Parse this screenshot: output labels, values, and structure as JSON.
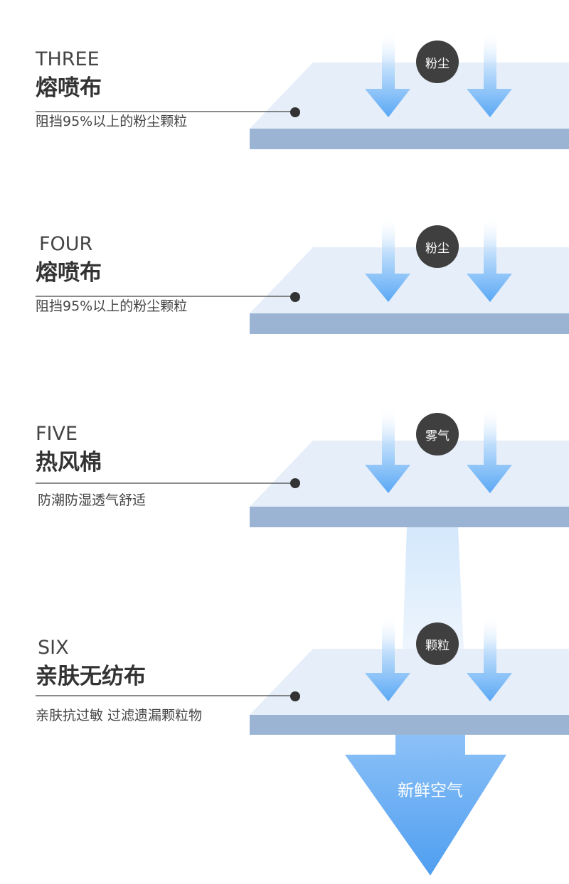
{
  "layers": [
    {
      "eng": "THREE",
      "title": "熔喷布",
      "desc": "阻挡95%以上的粉尘颗粒",
      "badge": "粉尘"
    },
    {
      "eng": "FOUR",
      "title": "熔喷布",
      "desc": "阻挡95%以上的粉尘颗粒",
      "badge": "粉尘"
    },
    {
      "eng": "FIVE",
      "title": "热风棉",
      "desc": "防潮防湿透气舒适",
      "badge": "雾气"
    },
    {
      "eng": "SIX",
      "title": "亲肤无纺布",
      "desc": "亲肤抗过敏 过滤遗漏颗粒物",
      "badge": "颗粒"
    }
  ],
  "output_label": "新鲜空气",
  "colors": {
    "plate_top": "#e6eef9",
    "plate_edge": "#9bb4d4",
    "arrow": "#5aa8f5",
    "badge": "#3f3f3f",
    "line": "#444444"
  }
}
